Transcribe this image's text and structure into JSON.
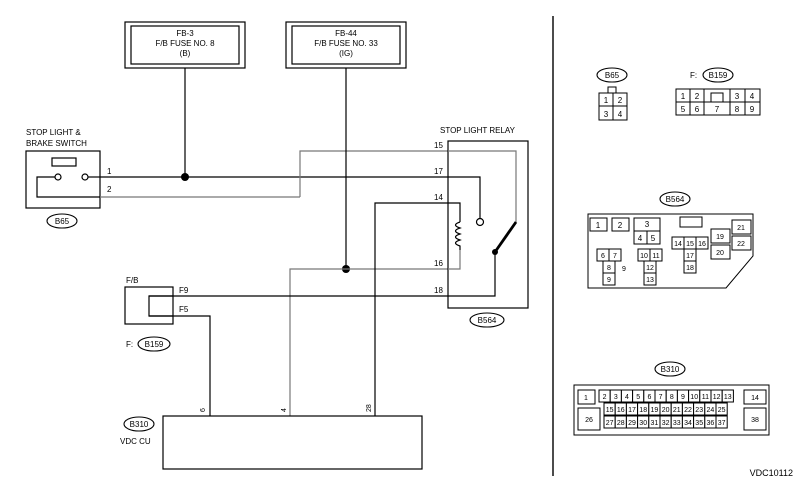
{
  "fuses": [
    {
      "code": "FB-3",
      "name": "F/B FUSE NO. 8",
      "supply": "(B)"
    },
    {
      "code": "FB-44",
      "name": "F/B FUSE NO. 33",
      "supply": "(IG)"
    }
  ],
  "stop_switch": {
    "line1": "STOP LIGHT &",
    "line2": "BRAKE SWITCH",
    "connector": "B65",
    "pins": [
      "1",
      "2"
    ]
  },
  "relay": {
    "title": "STOP LIGHT RELAY",
    "connector": "B564",
    "pins": [
      "15",
      "17",
      "14",
      "16",
      "18"
    ]
  },
  "fb": {
    "label": "F/B",
    "connector_prefix": "F:",
    "connector": "B159",
    "pins": [
      "F9",
      "F5"
    ]
  },
  "vdc": {
    "connector": "B310",
    "name": "VDC CU",
    "pins": [
      "6",
      "4",
      "28"
    ]
  },
  "views": {
    "b65": {
      "label": "B65",
      "cells": [
        "1",
        "2",
        "3",
        "4"
      ]
    },
    "b159": {
      "prefix": "F:",
      "label": "B159",
      "top": [
        "1",
        "2",
        "3",
        "4"
      ],
      "bottom": [
        "5",
        "6",
        "7",
        "8",
        "9"
      ]
    },
    "b564": {
      "label": "B564",
      "cells": [
        "1",
        "2",
        "3",
        "4",
        "5",
        "6",
        "7",
        "8",
        "9",
        "10",
        "11",
        "12",
        "13",
        "14",
        "15",
        "16",
        "17",
        "18",
        "19",
        "20",
        "21",
        "22"
      ]
    },
    "b310": {
      "label": "B310",
      "cells": [
        "1",
        "2",
        "3",
        "4",
        "5",
        "6",
        "7",
        "8",
        "9",
        "10",
        "11",
        "12",
        "13",
        "14",
        "15",
        "16",
        "17",
        "18",
        "19",
        "20",
        "21",
        "22",
        "23",
        "24",
        "25",
        "26",
        "27",
        "28",
        "29",
        "30",
        "31",
        "32",
        "33",
        "34",
        "35",
        "36",
        "37",
        "38"
      ]
    }
  },
  "diagram_code": "VDC10112"
}
